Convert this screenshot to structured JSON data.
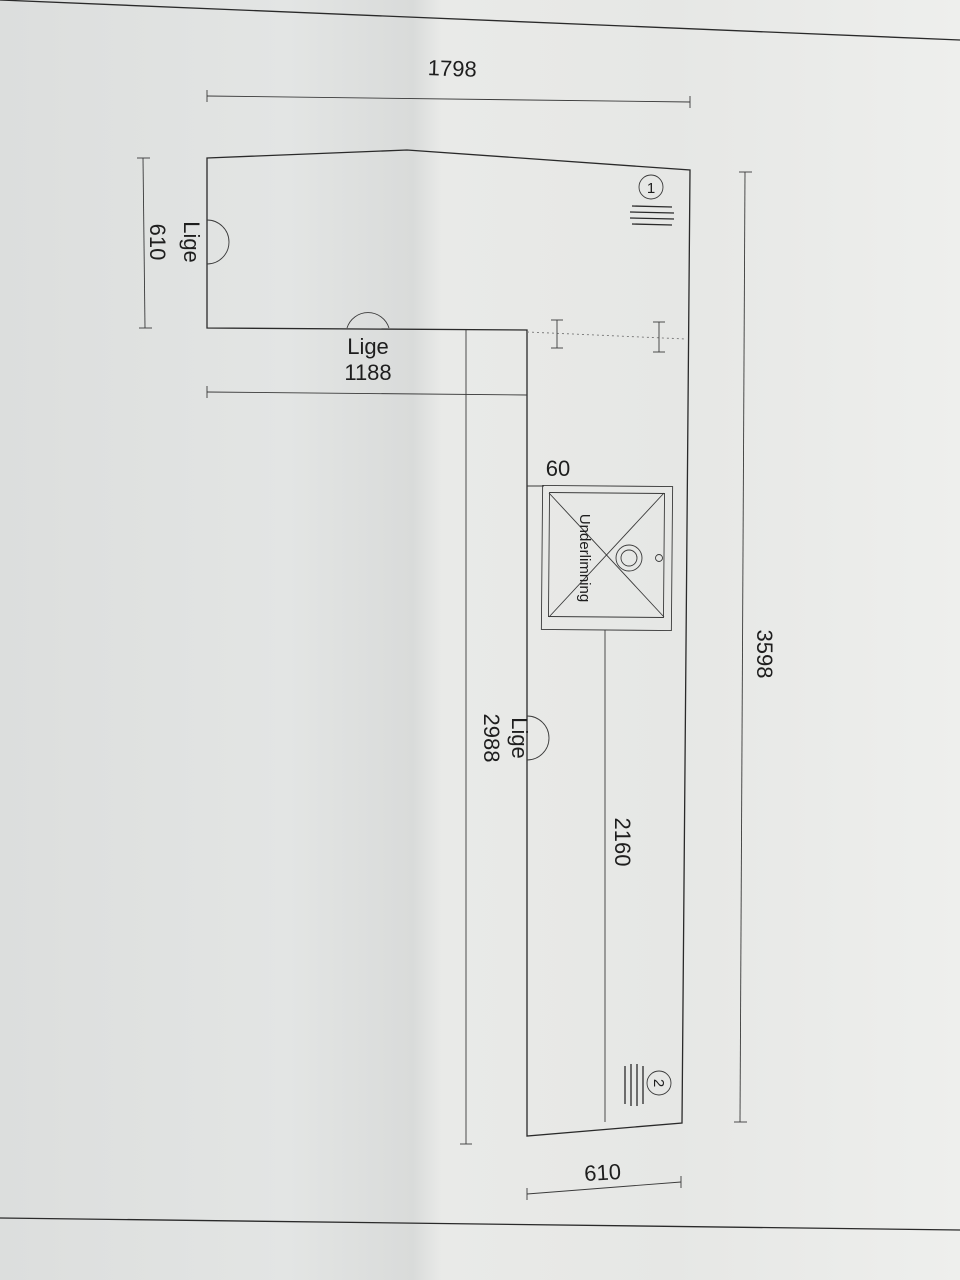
{
  "dimensions": {
    "top_width": "1798",
    "left_height": "610",
    "left_edge_type": "Lige",
    "inner_width_type": "Lige",
    "inner_width": "1188",
    "right_length": "3598",
    "inner_long_type": "Lige",
    "inner_long": "2988",
    "sink_offset": "60",
    "sink_to_end": "2160",
    "bottom_width": "610"
  },
  "sink": {
    "mount_type": "Underlimning"
  },
  "markers": {
    "end_one": "1",
    "end_two": "2"
  },
  "colors": {
    "line": "#2a2a2a",
    "paper": "#e4e5e3"
  }
}
